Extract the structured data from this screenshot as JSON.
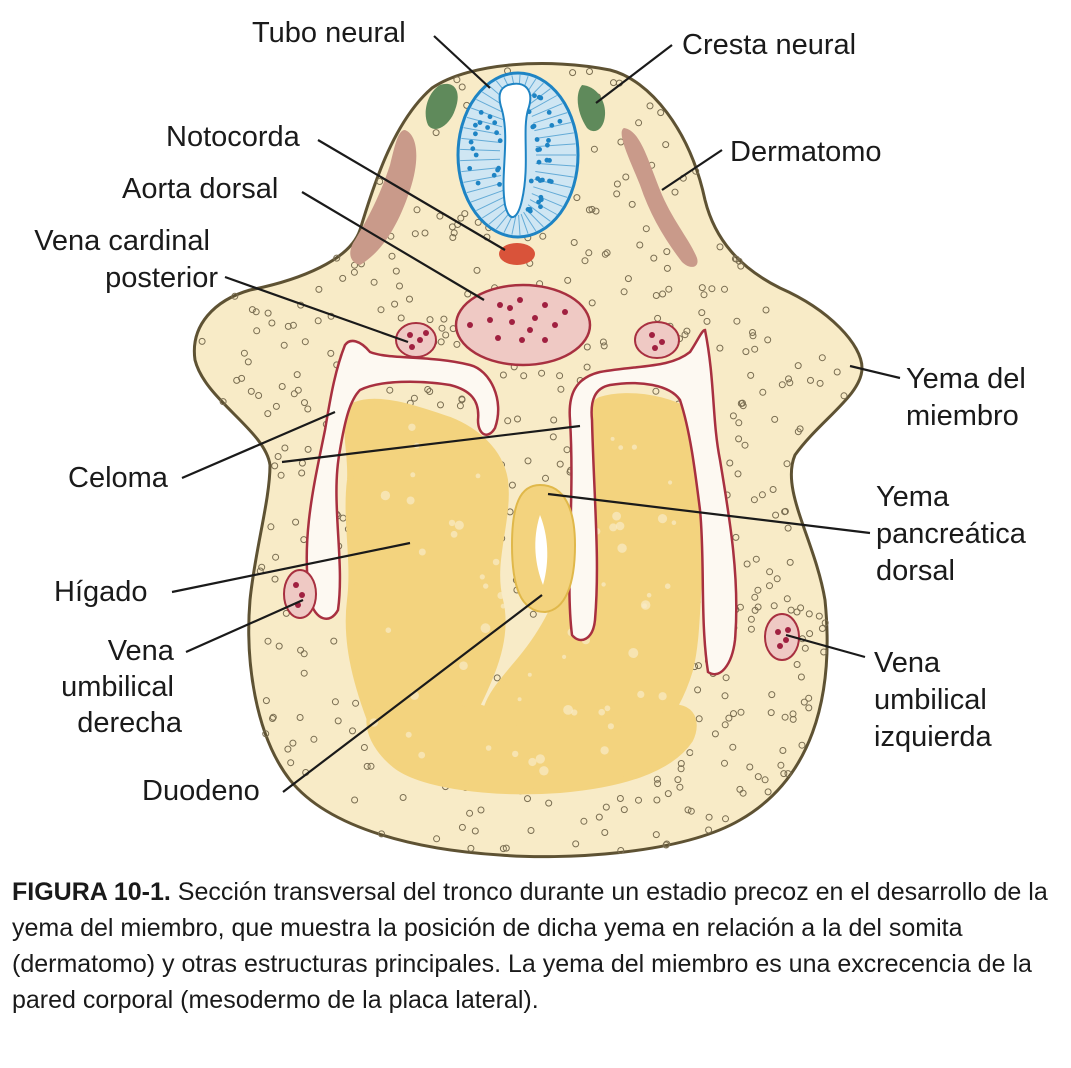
{
  "figure": {
    "labels": {
      "tubo_neural": "Tubo neural",
      "cresta_neural": "Cresta neural",
      "notocorda": "Notocorda",
      "dermatomo": "Dermatomo",
      "aorta_dorsal": "Aorta dorsal",
      "vena_cardinal_posterior": [
        "Vena cardinal",
        "posterior"
      ],
      "yema_del_miembro": [
        "Yema del",
        "miembro"
      ],
      "celoma": "Celoma",
      "yema_pancreatica_dorsal": [
        "Yema",
        "pancreática",
        "dorsal"
      ],
      "higado": "Hígado",
      "vena_umbilical_derecha": [
        "Vena",
        "umbilical",
        "derecha"
      ],
      "vena_umbilical_izquierda": [
        "Vena",
        "umbilical",
        "izquierda"
      ],
      "duodeno": "Duodeno"
    },
    "colors": {
      "body_fill": "#f8ebc7",
      "body_outline": "#5e5233",
      "neural_tube": "#cfe6f3",
      "neural_tube_outline": "#1e84c4",
      "neural_crest": "#5f8a5b",
      "dermatome": "#c99a8a",
      "notochord": "#d9533a",
      "vessel_fill": "#efc9c4",
      "vessel_dot": "#a02040",
      "coelom_wall": "#a83040",
      "liver": "#f3d37e",
      "mesenchyme_dot": "#7a6e52"
    }
  },
  "caption": {
    "figure_number": "FIGURA 10-1.",
    "text": "Sección transversal del tronco durante un estadio precoz en el desarrollo de la yema del miembro, que muestra la posición de dicha yema en relación a la del somita (dermatomo) y otras estructuras principales. La yema del miembro es una excrecencia de la pared corporal (mesodermo de la placa lateral)."
  }
}
